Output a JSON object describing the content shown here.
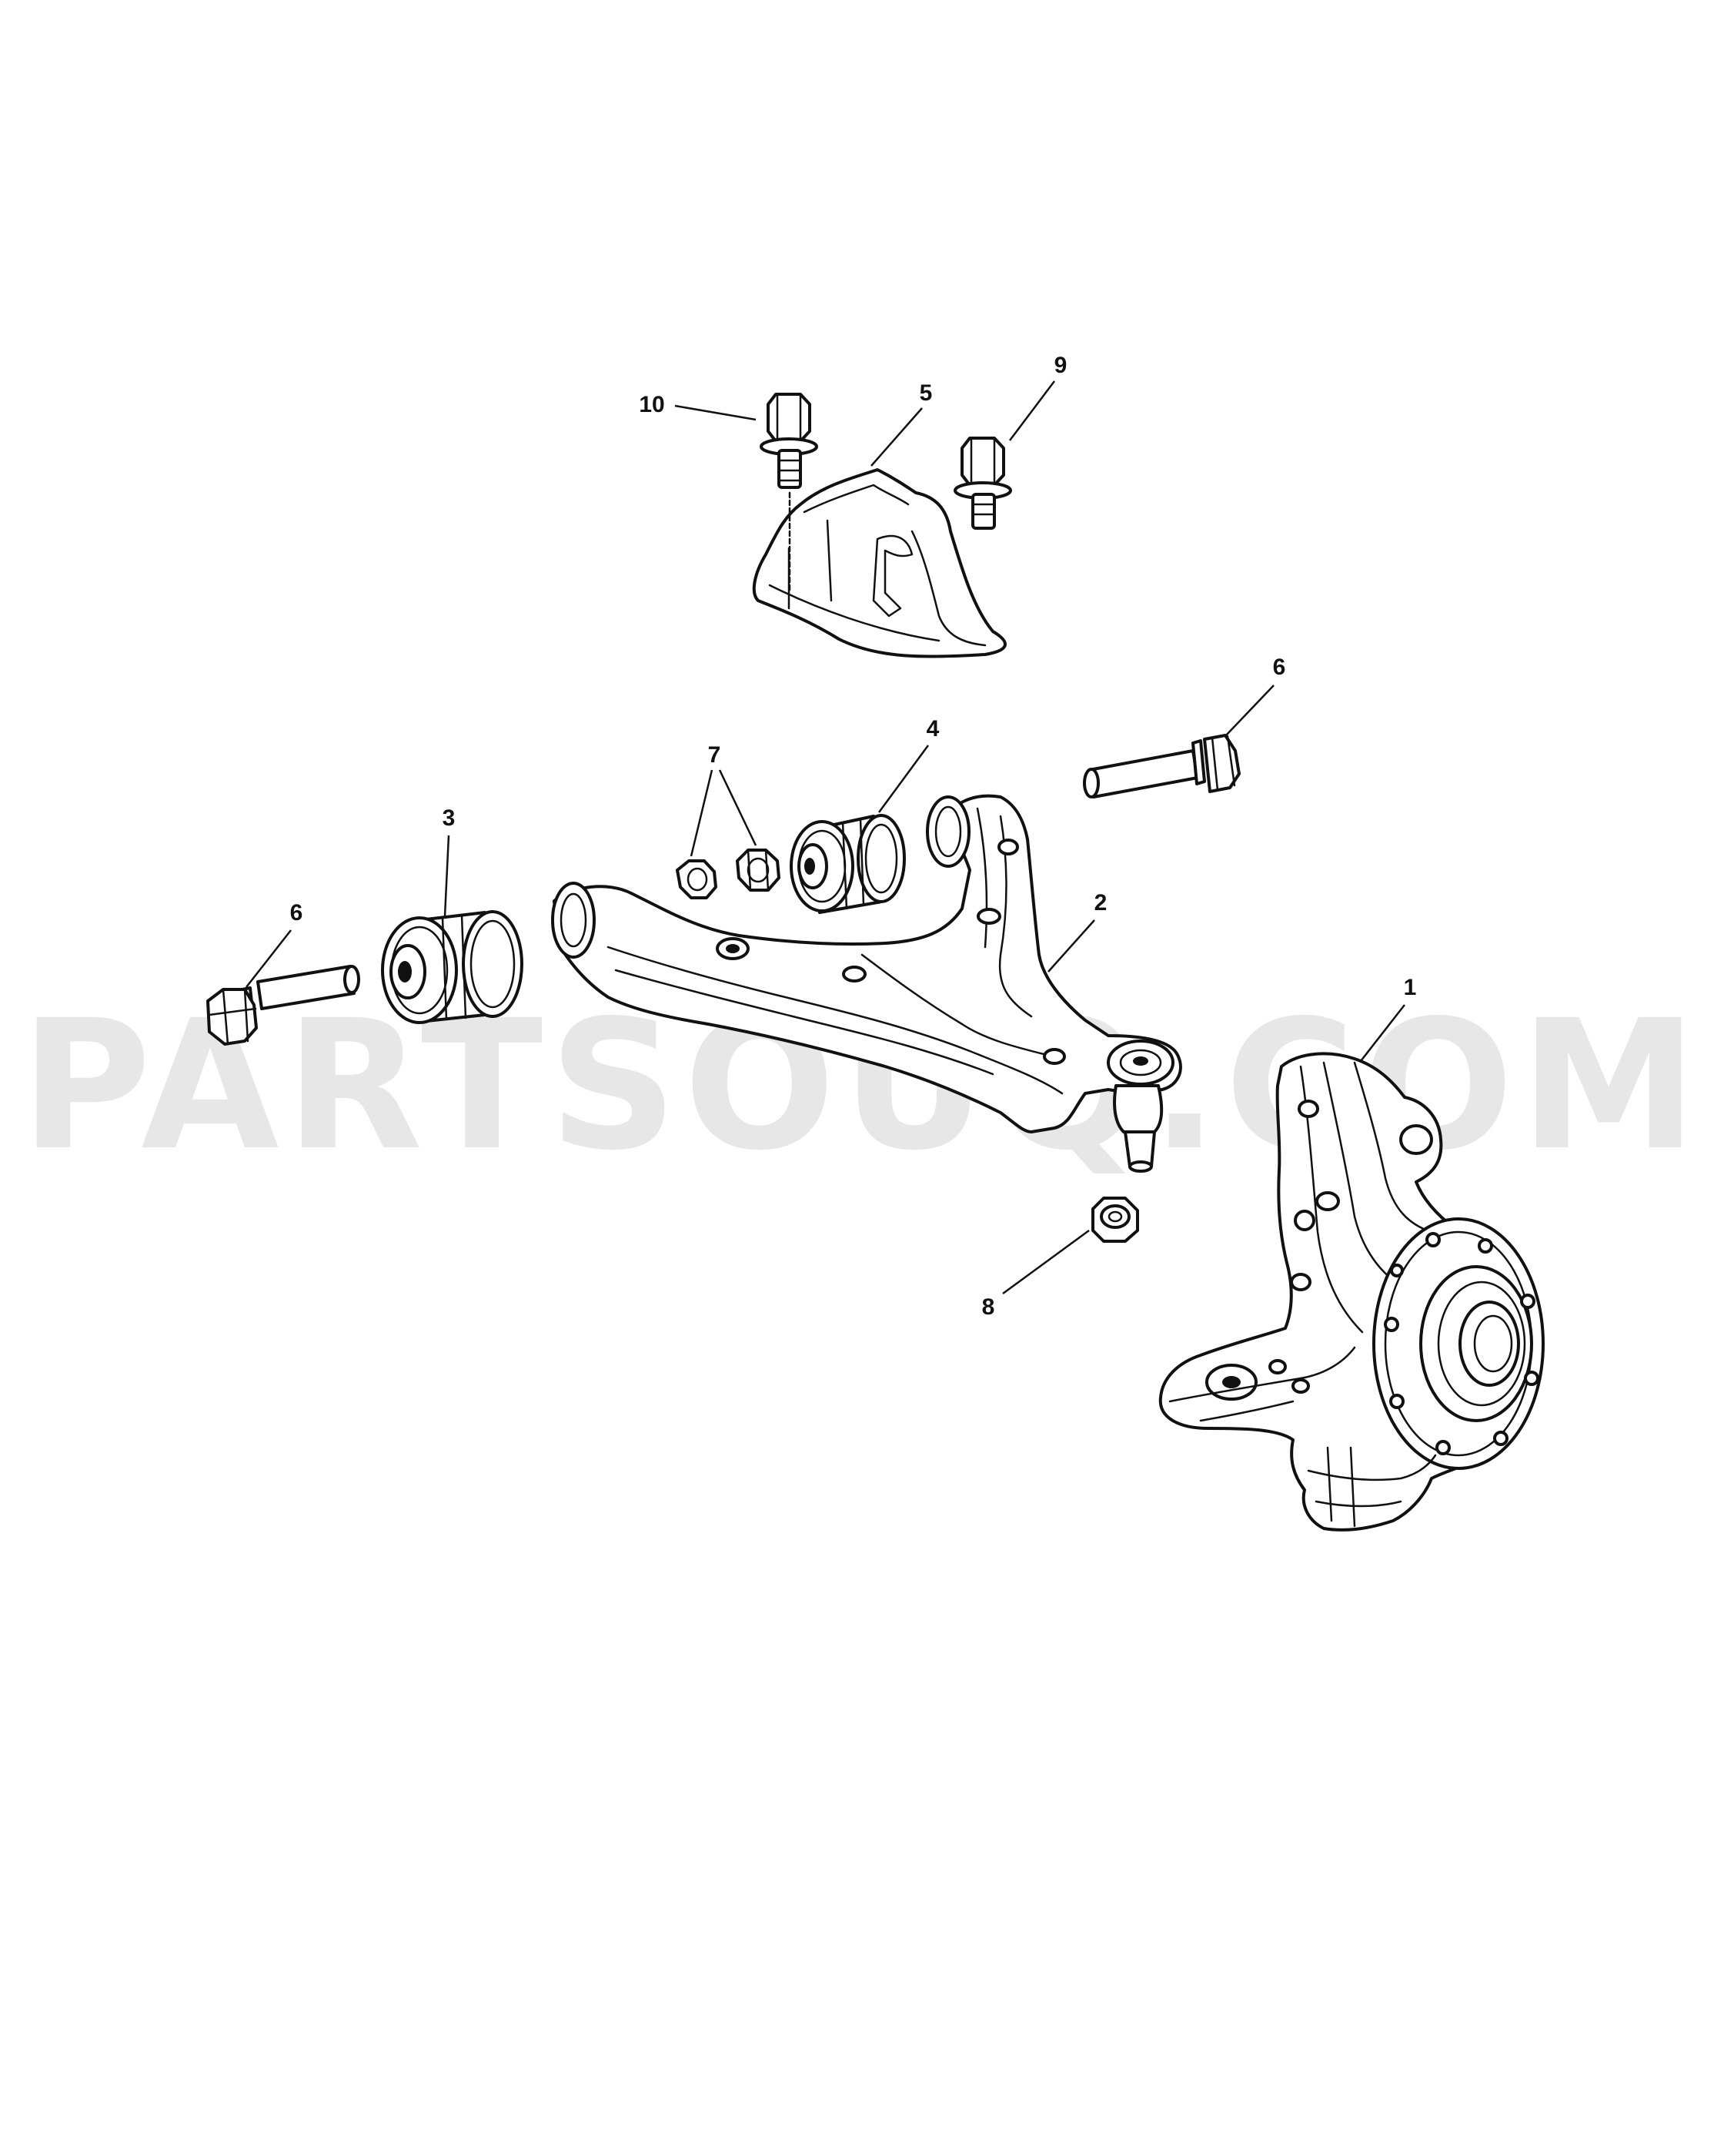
{
  "watermark": {
    "text": "PARTSOUQ.COM",
    "color": "#e7e7e7"
  },
  "callouts": [
    {
      "id": "c1",
      "label": "1"
    },
    {
      "id": "c2",
      "label": "2"
    },
    {
      "id": "c3",
      "label": "3"
    },
    {
      "id": "c4",
      "label": "4"
    },
    {
      "id": "c5",
      "label": "5"
    },
    {
      "id": "c6a",
      "label": "6"
    },
    {
      "id": "c6b",
      "label": "6"
    },
    {
      "id": "c7",
      "label": "7"
    },
    {
      "id": "c8",
      "label": "8"
    },
    {
      "id": "c9",
      "label": "9"
    },
    {
      "id": "c10",
      "label": "10"
    }
  ],
  "parts": [
    {
      "ref": "1",
      "icon": "steering-knuckle-icon"
    },
    {
      "ref": "2",
      "icon": "lower-control-arm-icon"
    },
    {
      "ref": "3",
      "icon": "bushing-icon"
    },
    {
      "ref": "4",
      "icon": "bushing-icon"
    },
    {
      "ref": "5",
      "icon": "heat-shield-icon"
    },
    {
      "ref": "6",
      "icon": "bolt-icon"
    },
    {
      "ref": "7",
      "icon": "nut-icon"
    },
    {
      "ref": "8",
      "icon": "nut-icon"
    },
    {
      "ref": "9",
      "icon": "bolt-icon"
    },
    {
      "ref": "10",
      "icon": "bolt-icon"
    }
  ],
  "line_color": "#111111",
  "background_color": "#ffffff"
}
